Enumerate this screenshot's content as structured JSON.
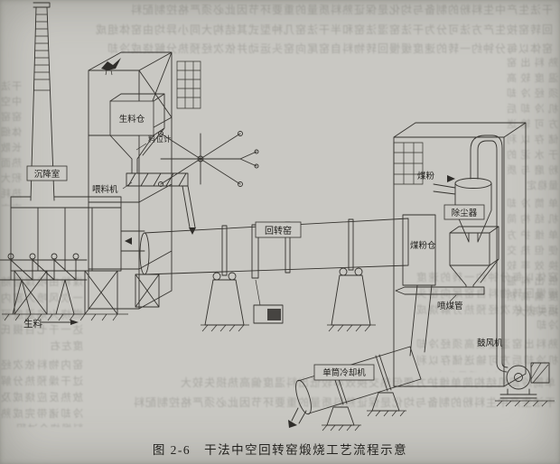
{
  "figure": {
    "caption": "图 2-6　干法中空回转窑煅烧工艺流程示意"
  },
  "labels": {
    "settling_chamber": "沉降室",
    "raw_meal_silo": "生料仓",
    "level_indicator": "料位计",
    "feeder": "喂料机",
    "raw_meal": "生料",
    "rotary_kiln": "回转窑",
    "coal_powder": "煤粉",
    "dust_collector": "除尘器",
    "coal_powder_silo": "煤粉仓",
    "coal_injection_pipe": "喷煤管",
    "blower": "鼓风机",
    "single_drum_cooler": "单筒冷却机"
  },
  "bleedthrough": {
    "lines": [
      "干法生产中生料粉的制备与均化是保证熟料质量的重要环节因此必须严格控制配料",
      "回转窑按生产方法可分为干法窑湿法窑和半干法窑几种型式其结构大同小异均由窑体组成",
      "窑体以每分钟约一转的速度缓慢回转物料自窑尾向窑头运动并依次经预热分解烧成冷却",
      "熟料出窑温度较高须经冷却机冷却后方可输送储存以利于水泥的粉磨与质量稳定",
      "单筒冷却机结构简单维护方便但热交换效率较低出料温度偏高热损失较大",
      "干法中空窑窑体细长散热面积大热耗高产量低已逐步为新型预分解窑所取代",
      "煤粉由喷煤管随一次风喷入窑内燃烧火焰温度可达一千七百摄氏度左右",
      "窑内物料依次经过干燥预热分解放热反应烧成及冷却诸带完成熟料煅烧全过程"
    ]
  }
}
